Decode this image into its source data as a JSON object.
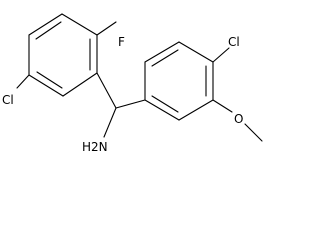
{
  "molecule": {
    "atom_labels": {
      "fluorine": "F",
      "chlorine_left": "Cl",
      "chlorine_right": "Cl",
      "amine": "H2N",
      "methoxy_oxygen": "O"
    }
  }
}
